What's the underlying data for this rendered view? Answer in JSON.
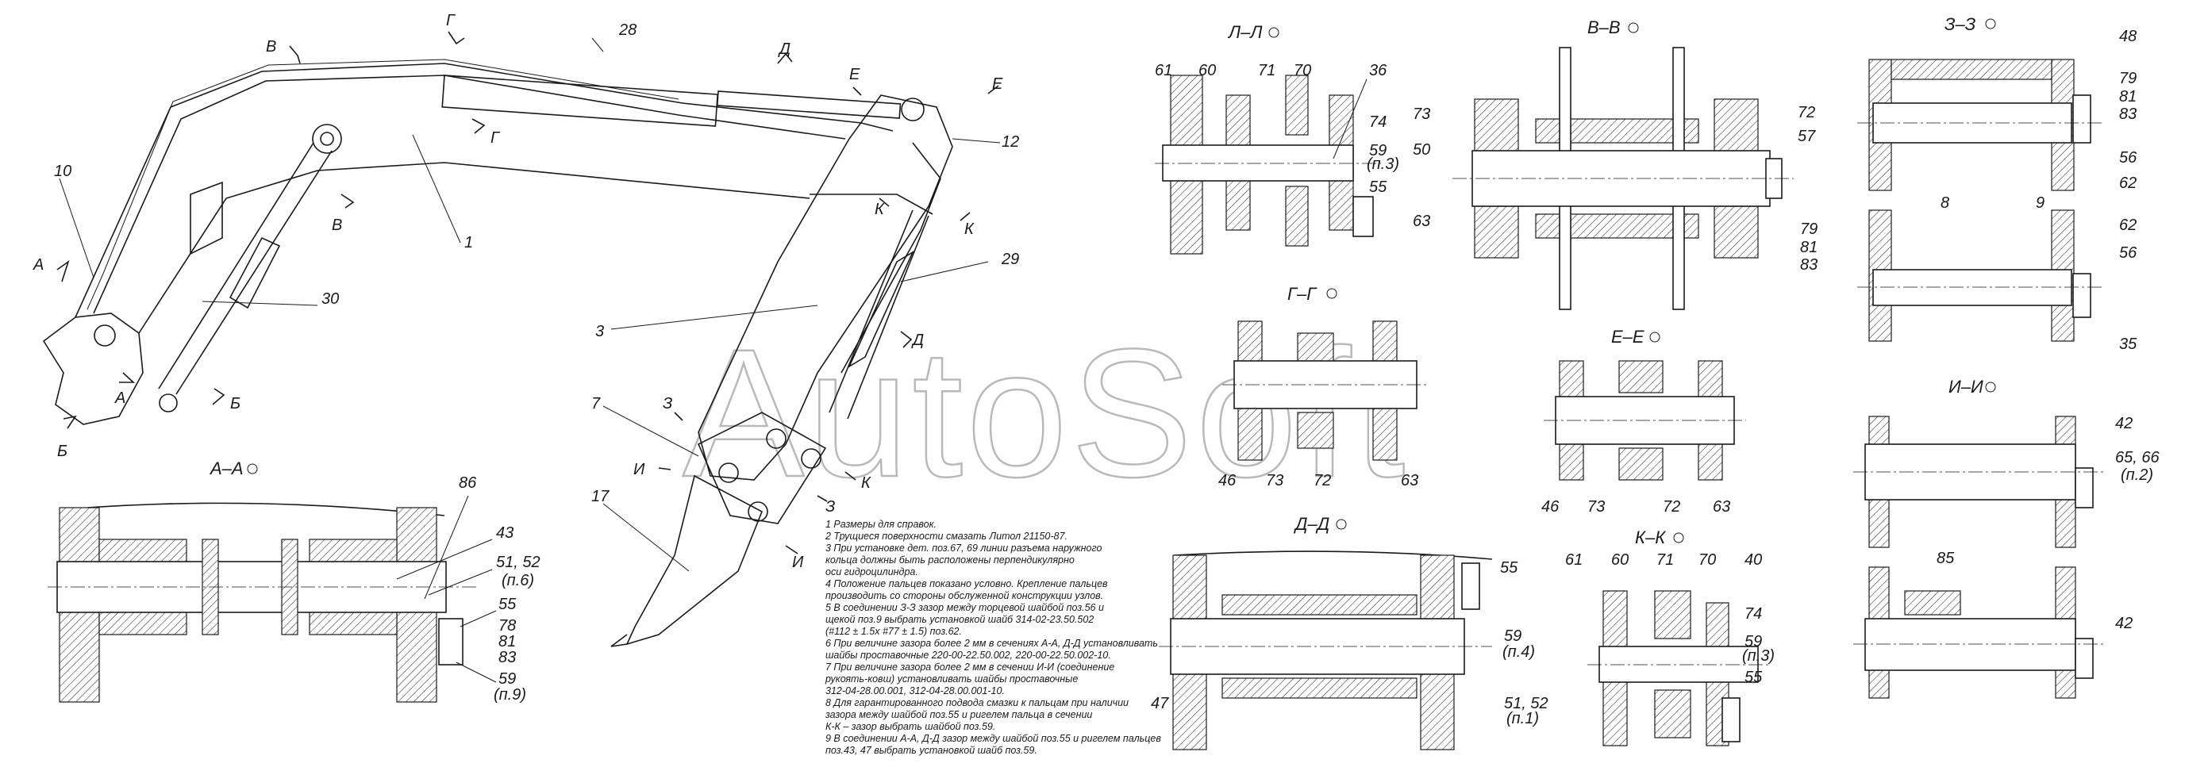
{
  "watermark": "AutoSoft",
  "section_titles": {
    "aa": "А–А",
    "ll": "Л–Л",
    "vv": "В–В",
    "zz": "З–З",
    "gg": "Г–Г",
    "ee": "Е–Е",
    "ii": "И–И",
    "dd": "Д–Д",
    "kk": "К–К"
  },
  "cut_markers": {
    "a1": "А",
    "a2": "А",
    "b1": "Б",
    "b2": "Б",
    "v1": "В",
    "v2": "В",
    "g1": "Г",
    "g2": "Г",
    "d1": "Д",
    "d2": "Д",
    "e1": "Е",
    "e2": "Е",
    "k1": "К",
    "k2": "К",
    "k3": "К",
    "z1": "З",
    "z2": "З",
    "i1": "И",
    "i2": "И"
  },
  "main_view_labels": {
    "p1": "1",
    "p3": "3",
    "p7": "7",
    "p10": "10",
    "p12": "12",
    "p17": "17",
    "p28": "28",
    "p29": "29",
    "p30": "30"
  },
  "section_aa_labels": {
    "p86": "86",
    "p43": "43",
    "p51_52": "51, 52",
    "n6": "(п.6)",
    "p55": "55",
    "p78": "78",
    "p81": "81",
    "p83": "83",
    "p59": "59",
    "n9": "(п.9)"
  },
  "section_ll_labels": {
    "p61": "61",
    "p60": "60",
    "p71": "71",
    "p70": "70",
    "p36": "36",
    "p74": "74",
    "p59": "59",
    "n3": "(п.3)",
    "p55": "55"
  },
  "section_vv_labels": {
    "p73": "73",
    "p50": "50",
    "p63": "63",
    "p72": "72",
    "p57": "57",
    "p79": "79",
    "p81": "81",
    "p83": "83"
  },
  "section_zz_labels": {
    "p48": "48",
    "p79": "79",
    "p81": "81",
    "p83": "83",
    "p56": "56",
    "p62": "62",
    "p8": "8",
    "p9": "9",
    "p62b": "62",
    "p56b": "56",
    "p35": "35"
  },
  "section_gg_labels": {
    "p46": "46",
    "p73": "73",
    "p72": "72",
    "p63": "63"
  },
  "section_ee_labels": {
    "p46": "46",
    "p73": "73",
    "p72": "72",
    "p63": "63"
  },
  "section_ii_labels": {
    "p42": "42",
    "p65_66": "65, 66",
    "n2": "(п.2)",
    "p85": "85",
    "p42b": "42"
  },
  "section_dd_labels": {
    "p55": "55",
    "p59": "59",
    "n4": "(п.4)",
    "p47": "47",
    "p51_52": "51, 52",
    "n1": "(п.1)"
  },
  "section_kk_labels": {
    "p61": "61",
    "p60": "60",
    "p71": "71",
    "p70": "70",
    "p40": "40",
    "p74": "74",
    "p59": "59",
    "n3": "(п.3)",
    "p55": "55"
  },
  "notes": [
    "1 Размеры для справок.",
    "2 Трущиеся поверхности смазать Литол 21150-87.",
    "3 При установке дет. поз.67, 69 линии разъема наружного",
    "   кольца должны быть расположены перпендикулярно",
    "   оси гидроцилиндра.",
    "4 Положение пальцев показано условно. Крепление пальцев",
    "   производить со стороны обслуженной конструкции узлов.",
    "5 В соединении З-З зазор между торцевой шайбой поз.56 и",
    "   щекой поз.9 выбрать установкой шайб 314-02-23.50.502",
    "   (#112 ± 1.5х #77 ± 1.5) поз.62.",
    "6 При величине зазора более 2 мм в сечениях А-А, Д-Д установливать",
    "   шайбы проставочные 220-00-22.50.002, 220-00-22.50.002-10.",
    "7 При величине зазора более 2 мм в сечении И-И (соединение",
    "   рукоять-ковш) установливать шайбы проставочные",
    "   312-04-28.00.001, 312-04-28.00.001-10.",
    "8 Для гарантированного подвода смазки к пальцам при наличии",
    "   зазора между шайбой поз.55 и ригелем пальца в сечении",
    "   К-К – зазор выбрать шайбой поз.59.",
    "9 В соединении А-А, Д-Д зазор между шайбой поз.55 и ригелем пальцев",
    "   поз.43, 47 выбрать установкой шайб поз.59."
  ]
}
